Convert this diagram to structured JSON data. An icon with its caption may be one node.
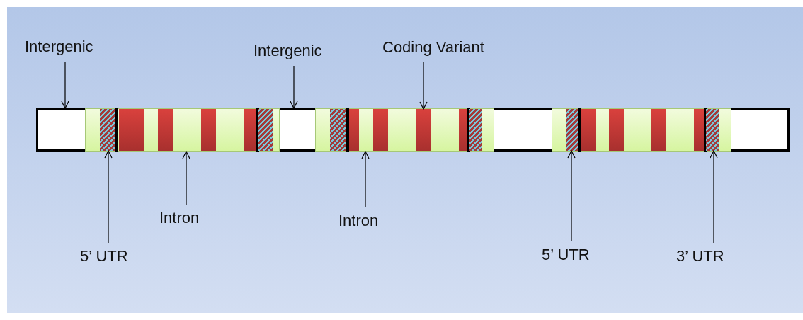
{
  "diagram": {
    "nodes": [
      {
        "text": [],
        "shape": "band"
      },
      {
        "text": [],
        "shape": "box",
        "in": 0
      },
      {
        "text": [],
        "shape": "hatch",
        "in": 1
      },
      {
        "text": [],
        "shape": "bar",
        "in": 1
      },
      {
        "text": [],
        "shape": "bar",
        "in": 1
      },
      {
        "text": [],
        "shape": "bar",
        "in": 1
      },
      {
        "text": [],
        "shape": "bar",
        "in": 1
      },
      {
        "text": [],
        "shape": "hatch",
        "in": 1
      },
      {
        "text": [],
        "shape": "box",
        "in": 0
      },
      {
        "text": [],
        "shape": "hatch",
        "in": 8
      },
      {
        "text": [],
        "shape": "bar",
        "in": 8
      },
      {
        "text": [],
        "shape": "bar",
        "in": 8
      },
      {
        "text": [],
        "shape": "bar",
        "in": 8
      },
      {
        "text": [],
        "shape": "bar",
        "in": 8
      },
      {
        "text": [],
        "shape": "hatch",
        "in": 8
      },
      {
        "text": [],
        "shape": "box",
        "in": 0
      },
      {
        "text": [],
        "shape": "hatch",
        "in": 15
      },
      {
        "text": [],
        "shape": "bar",
        "in": 15
      },
      {
        "text": [],
        "shape": "bar",
        "in": 15
      },
      {
        "text": [],
        "shape": "bar",
        "in": 15
      },
      {
        "text": [],
        "shape": "bar",
        "in": 15
      },
      {
        "text": [],
        "shape": "hatch",
        "in": 15
      },
      {
        "text": [
          "Intergenic"
        ]
      },
      {
        "text": [
          "Intergenic"
        ]
      },
      {
        "text": [
          "Coding Variant"
        ]
      },
      {
        "text": [
          "Intron"
        ]
      },
      {
        "text": [
          "Intron"
        ]
      },
      {
        "text": [
          "5’ UTR"
        ]
      },
      {
        "text": [
          "5’ UTR"
        ]
      },
      {
        "text": [
          "3’ UTR"
        ]
      }
    ],
    "edges": [
      {
        "from": 22,
        "to": 0,
        "arrow": "to"
      },
      {
        "from": 23,
        "to": 0,
        "arrow": "to"
      },
      {
        "from": 24,
        "to": 12,
        "arrow": "to"
      },
      {
        "from": 25,
        "to": 1,
        "arrow": "to"
      },
      {
        "from": 26,
        "to": 8,
        "arrow": "to"
      },
      {
        "from": 27,
        "to": 2,
        "arrow": "to"
      },
      {
        "from": 28,
        "to": 16,
        "arrow": "to"
      },
      {
        "from": 29,
        "to": 21,
        "arrow": "to"
      }
    ]
  }
}
